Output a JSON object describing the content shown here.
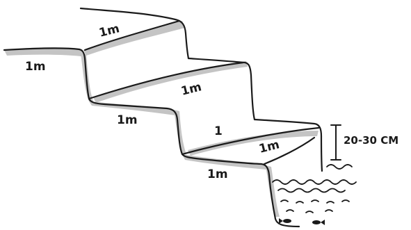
{
  "labels": {
    "top_left_ledge": "1m",
    "step1_top": "1m",
    "step1_bottom": "1m",
    "step2_top": "1m",
    "step2_bottom": "1m",
    "step3_top": "1",
    "step3_bottom": "1m",
    "water_depth": "20-30 CM"
  },
  "colors": {
    "ink": "#1a1a1a",
    "shade": "#bdbdbd",
    "paper": "#ffffff"
  },
  "icons": [
    "fish-icon",
    "fish-icon",
    "wave-icon"
  ]
}
